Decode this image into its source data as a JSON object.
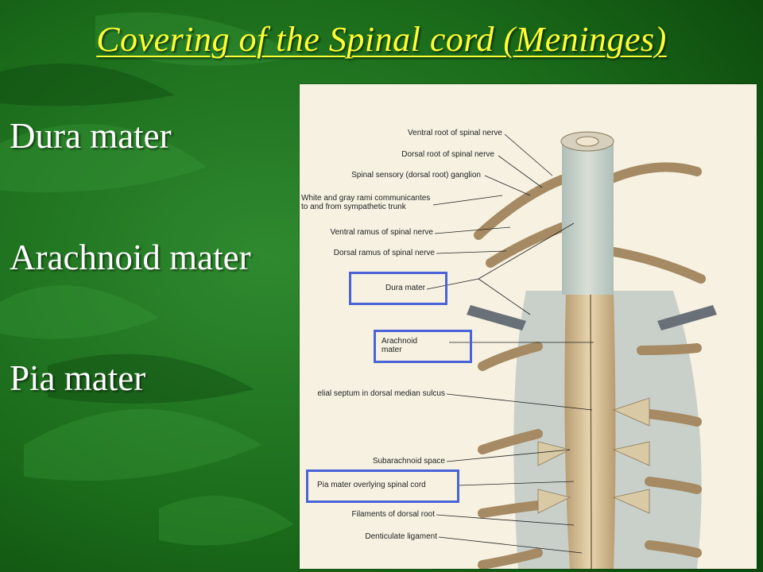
{
  "slide": {
    "title": "Covering of the Spinal cord (Meninges)",
    "terms": {
      "dura": "Dura mater",
      "arachnoid": "Arachnoid mater",
      "pia": "Pia mater"
    }
  },
  "figure": {
    "labels": {
      "ventral_root": "Ventral root of spinal nerve",
      "dorsal_root": "Dorsal root of spinal nerve",
      "ganglion": "Spinal sensory (dorsal root) ganglion",
      "rami_1": "White and gray rami communicantes",
      "rami_2": "to and from sympathetic trunk",
      "ventral_ramus": "Ventral ramus of spinal nerve",
      "dorsal_ramus": "Dorsal ramus of spinal nerve",
      "dura": "Dura mater",
      "arachnoid_1": "Arachnoid",
      "arachnoid_2": "mater",
      "septum": "elial septum in dorsal median sulcus",
      "subarachnoid": "Subarachnoid space",
      "pia": "Pia mater overlying spinal cord",
      "filaments": "Filaments of dorsal root",
      "denticulate": "Denticulate ligament"
    },
    "highlight_color": "#4a63d6"
  },
  "colors": {
    "title": "#ffff33",
    "terms": "#ffffff",
    "background": "#1c6a1c"
  }
}
